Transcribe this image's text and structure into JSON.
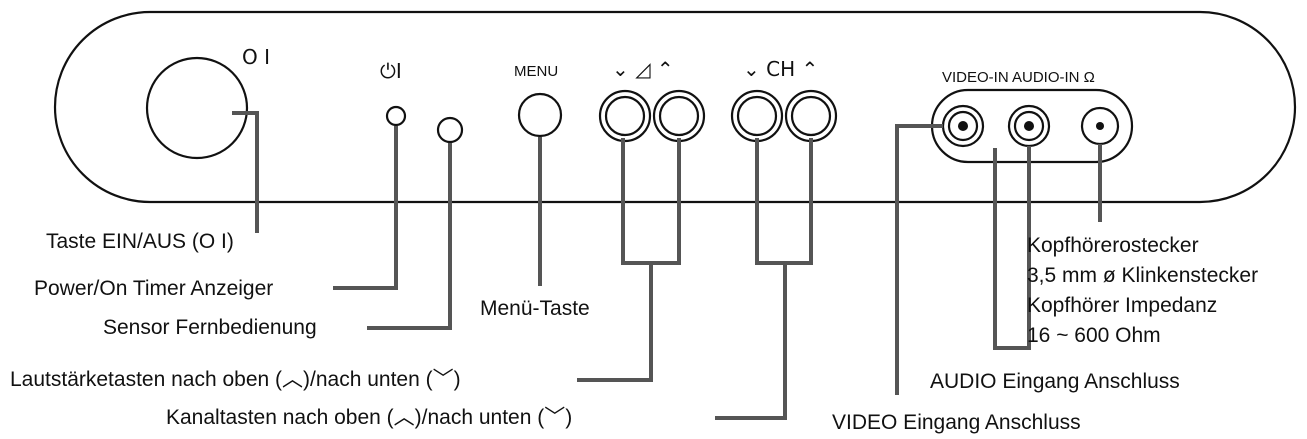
{
  "panel": {
    "power_symbol": "O I",
    "standby_symbol": "⏻I",
    "menu_label": "MENU",
    "volume_label": "⌄ ◿ ⌃",
    "channel_label": "⌄ CH ⌃",
    "inputs_label": "VIDEO-IN AUDIO-IN Ω"
  },
  "callouts": {
    "power_button": "Taste EIN/AUS (O I)",
    "power_indicator": "Power/On Timer Anzeiger",
    "remote_sensor": "Sensor Fernbedienung",
    "volume_keys": "Lautstärketasten nach oben (︿)/nach unten (﹀)",
    "channel_keys": "Kanaltasten nach oben (︿)/nach unten (﹀)",
    "menu_key": "Menü-Taste",
    "headphone_line1": "Kopfhörerostecker",
    "headphone_line2": "3,5 mm ø Klinkenstecker",
    "headphone_line3": "Kopfhörer Impedanz",
    "headphone_line4": "16 ~ 600 Ohm",
    "audio_in": "AUDIO Eingang Anschluss",
    "video_in": "VIDEO Eingang Anschluss"
  }
}
